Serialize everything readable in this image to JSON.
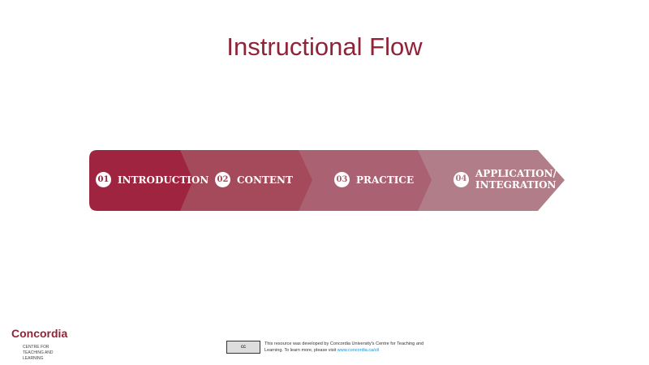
{
  "title": "Instructional Flow",
  "steps": [
    {
      "num": "01",
      "label": "INTRODUCTION",
      "color": "#9e2440"
    },
    {
      "num": "02",
      "label": "CONTENT",
      "color": "#a44a5b"
    },
    {
      "num": "03",
      "label": "PRACTICE",
      "color": "#aa6272"
    },
    {
      "num": "04",
      "label": "APPLICATION/ INTEGRATION",
      "color": "#b07d88"
    }
  ],
  "footer": {
    "logo_text": "Concordia",
    "unit": "CENTRE FOR TEACHING AND LEARNING",
    "license_icon": "cc-by-nc-sa-icon",
    "note": "This resource was developed by Concordia University's Centre for Teaching and Learning. To learn more, please visit",
    "link": "www.concordia.ca/ctl"
  }
}
